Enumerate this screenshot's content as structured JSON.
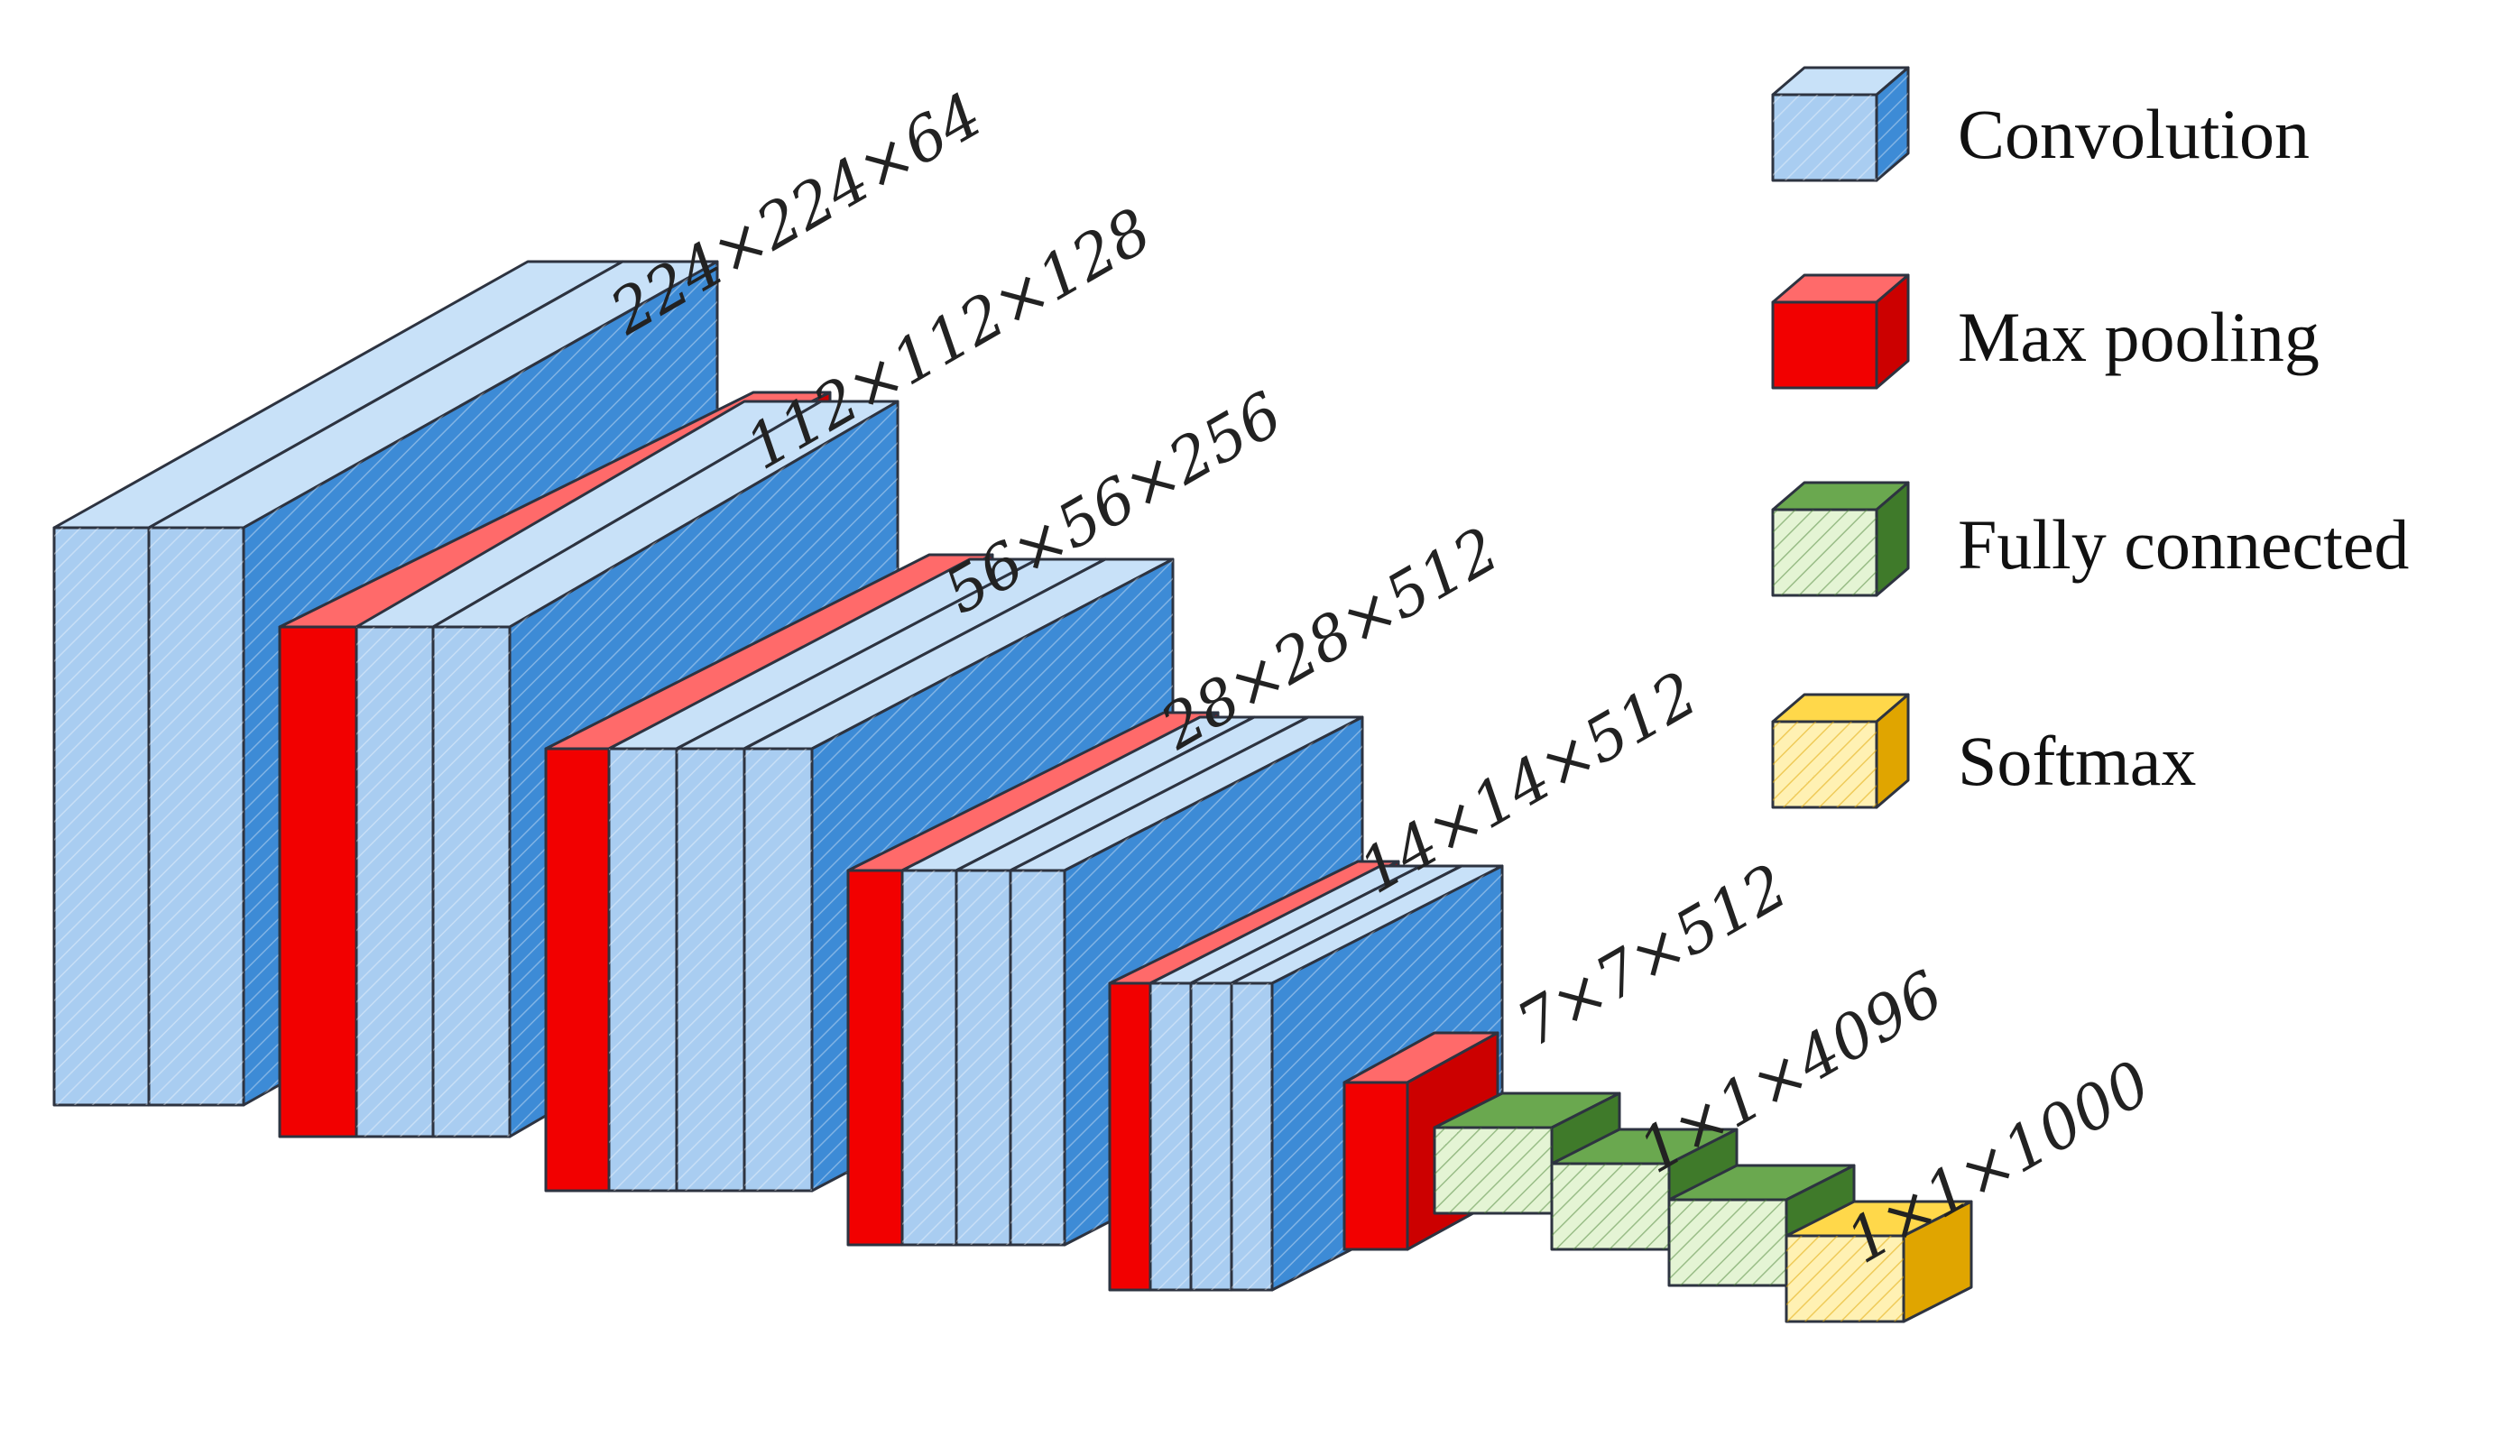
{
  "colors": {
    "convolution": {
      "front": "#a9cdf1",
      "top": "#c8e1f8",
      "side": "#3d8bd6"
    },
    "max_pooling": {
      "front": "#f20000",
      "top": "#ff6a6a",
      "side": "#cc0000"
    },
    "fully_connected": {
      "front": "#e4f4d4",
      "top": "#6aa84f",
      "side": "#3f7a2a"
    },
    "softmax": {
      "front": "#fff1b3",
      "top": "#ffd84a",
      "side": "#e0a500"
    }
  },
  "legend": [
    {
      "key": "convolution",
      "label": "Convolution"
    },
    {
      "key": "max_pooling",
      "label": "Max pooling"
    },
    {
      "key": "fully_connected",
      "label": "Fully connected"
    },
    {
      "key": "softmax",
      "label": "Softmax"
    }
  ],
  "dimension_labels": [
    "224×224×64",
    "112×112×128",
    "56×56×256",
    "28×28×512",
    "14×14×512",
    "7×7×512",
    "1×1×4096",
    "1×1×1000"
  ]
}
